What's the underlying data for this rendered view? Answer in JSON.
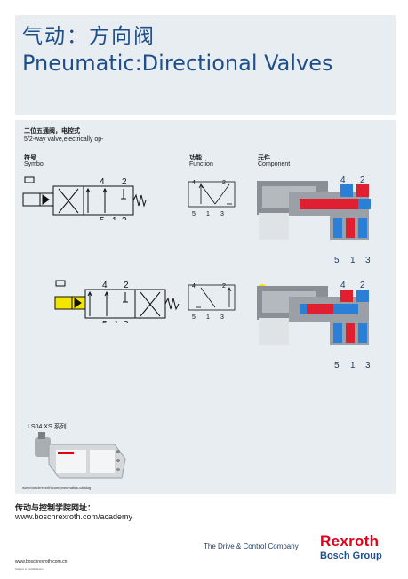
{
  "header": {
    "title_cn": "气动：方向阀",
    "title_en": "Pneumatic:Directional Valves"
  },
  "valve": {
    "title_cn": "二位五通阀，电控式",
    "title_en": "5/2-way valve,electrically op-"
  },
  "columns": {
    "symbol_cn": "符号",
    "symbol_en": "Symbol",
    "function_cn": "功能",
    "function_en": "Function",
    "component_cn": "元件",
    "component_en": "Component"
  },
  "ports": {
    "p4": "4",
    "p2": "2",
    "p5": "5",
    "p1": "1",
    "p3": "3"
  },
  "series_label": "LS04 XS 系列",
  "catalog_link": "www.boschrexroth.com/pneumatics-catalog",
  "academy": {
    "title_cn": "传动与控制学院网址：",
    "url": "www.boschrexroth.com/academy"
  },
  "footer": {
    "tagline": "The Drive & Control Company",
    "brand": "Rexroth",
    "brand_sub": "Bosch Group",
    "url": "www.boschrexroth.com.cn",
    "sub": "Subject to modifications"
  },
  "colors": {
    "title_blue": "#1f4f8a",
    "panel_bg": "#e8edf2",
    "brand_red": "#e2001a",
    "active_yellow": "#f2e600",
    "flow_red": "#e02030",
    "flow_blue": "#2a7fd6"
  }
}
